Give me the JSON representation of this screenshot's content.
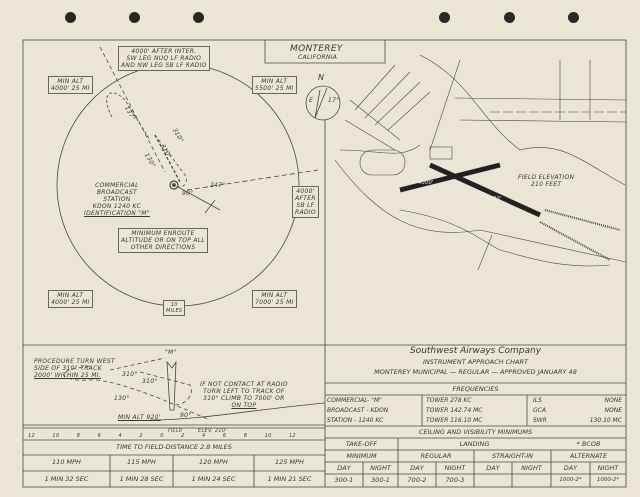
{
  "header": {
    "title": "MONTEREY",
    "subtitle": "CALIFORNIA"
  },
  "plan_view": {
    "note_top": [
      "4000' AFTER INTER.",
      "SW LEG NUQ LF RADIO",
      "AND NW LEG SB LF RADIO"
    ],
    "min_alt_nw": [
      "MIN ALT",
      "4000' 25 MI"
    ],
    "min_alt_ne": [
      "MIN ALT",
      "5500' 25 MI"
    ],
    "min_alt_sw": [
      "MIN ALT",
      "4000' 25 MI"
    ],
    "min_alt_se": [
      "MIN ALT",
      "7000' 25 MI"
    ],
    "station": [
      "COMMERCIAL",
      "BROADCAST",
      "STATION",
      "KDON 1240 KC",
      "IDENTIFICATION \"M\""
    ],
    "enroute": [
      "MINIMUM ENROUTE",
      "ALTITUDE OR ON TOP ALL",
      "OTHER DIRECTIONS"
    ],
    "note_east": [
      "4000'",
      "AFTER",
      "SB LF",
      "RADIO"
    ],
    "radius": [
      "10",
      "MILES"
    ],
    "headings": [
      "137°",
      "310°",
      "130°",
      "310°",
      "247°",
      "90°",
      "310°"
    ],
    "compass": {
      "north": "N",
      "var_dir": "E",
      "var": "17°"
    }
  },
  "airport": {
    "field_elevation": [
      "FIELD ELEVATION",
      "210 FEET"
    ],
    "runway_a": "4000'",
    "runway_b": "5000'"
  },
  "profile": {
    "procedure_turn": [
      "PROCEDURE TURN WEST",
      "SIDE OF 310° TRACK",
      "2000' WITHIN 25 MI."
    ],
    "fix": "\"M\"",
    "missed": [
      "IF NOT CONTACT AT RADIO",
      "TURN LEFT TO TRACK OF",
      "310° CLIMB TO 7000' OR",
      "ON TOP"
    ],
    "min_alt": "MIN ALT 920'",
    "headings": [
      "310°",
      "310°",
      "130°",
      "90°"
    ],
    "field": "FIELD",
    "elev": "ELEV. 210'",
    "scale": [
      "12",
      "10",
      "8",
      "6",
      "4",
      "2",
      "0",
      "2",
      "4",
      "6",
      "8",
      "10",
      "12"
    ]
  },
  "time_table": {
    "title": "TIME TO FIELD-DISTANCE 2.8 MILES",
    "speeds": [
      "110 MPH",
      "115 MPH",
      "120 MPH",
      "125 MPH"
    ],
    "times": [
      "1 MIN 32 SEC",
      "1 MIN 28 SEC",
      "1 MIN 24 SEC",
      "1 MIN 21 SEC"
    ]
  },
  "title_block": {
    "company": "Southwest Airways Company",
    "chart": "INSTRUMENT APPROACH CHART",
    "subtitle": "MONTEREY MUNICIPAL — REGULAR — APPROVED JANUARY 48"
  },
  "frequencies": {
    "title": "FREQUENCIES",
    "col1": [
      "COMMERCIAL- \"M\"",
      "BROADCAST - KDON",
      "STATION - 1240 KC"
    ],
    "col2": [
      "TOWER 278 KC",
      "TOWER 142.74 MC",
      "TOWER 116.10 MC"
    ],
    "col3": [
      "ILS",
      "GCA",
      "SWR"
    ],
    "col4": [
      "NONE",
      "NONE",
      "130.10 MC"
    ]
  },
  "minimums": {
    "title": "CEILING AND VISIBILITY MINIMUMS",
    "takeoff": "TAKE-OFF",
    "minimum": "MINIMUM",
    "landing": "LANDING",
    "bcob": "* BCOB",
    "regular": "REGULAR",
    "straight_in": "STRAIGHT-IN",
    "alternate": "ALTERNATE",
    "sub": [
      "DAY",
      "NIGHT",
      "DAY",
      "NIGHT",
      "DAY",
      "NIGHT",
      "DAY",
      "NIGHT"
    ],
    "values": [
      "300-1",
      "300-1",
      "700-2",
      "700-3",
      "",
      "",
      "1000-2*",
      "1000-2*"
    ]
  }
}
